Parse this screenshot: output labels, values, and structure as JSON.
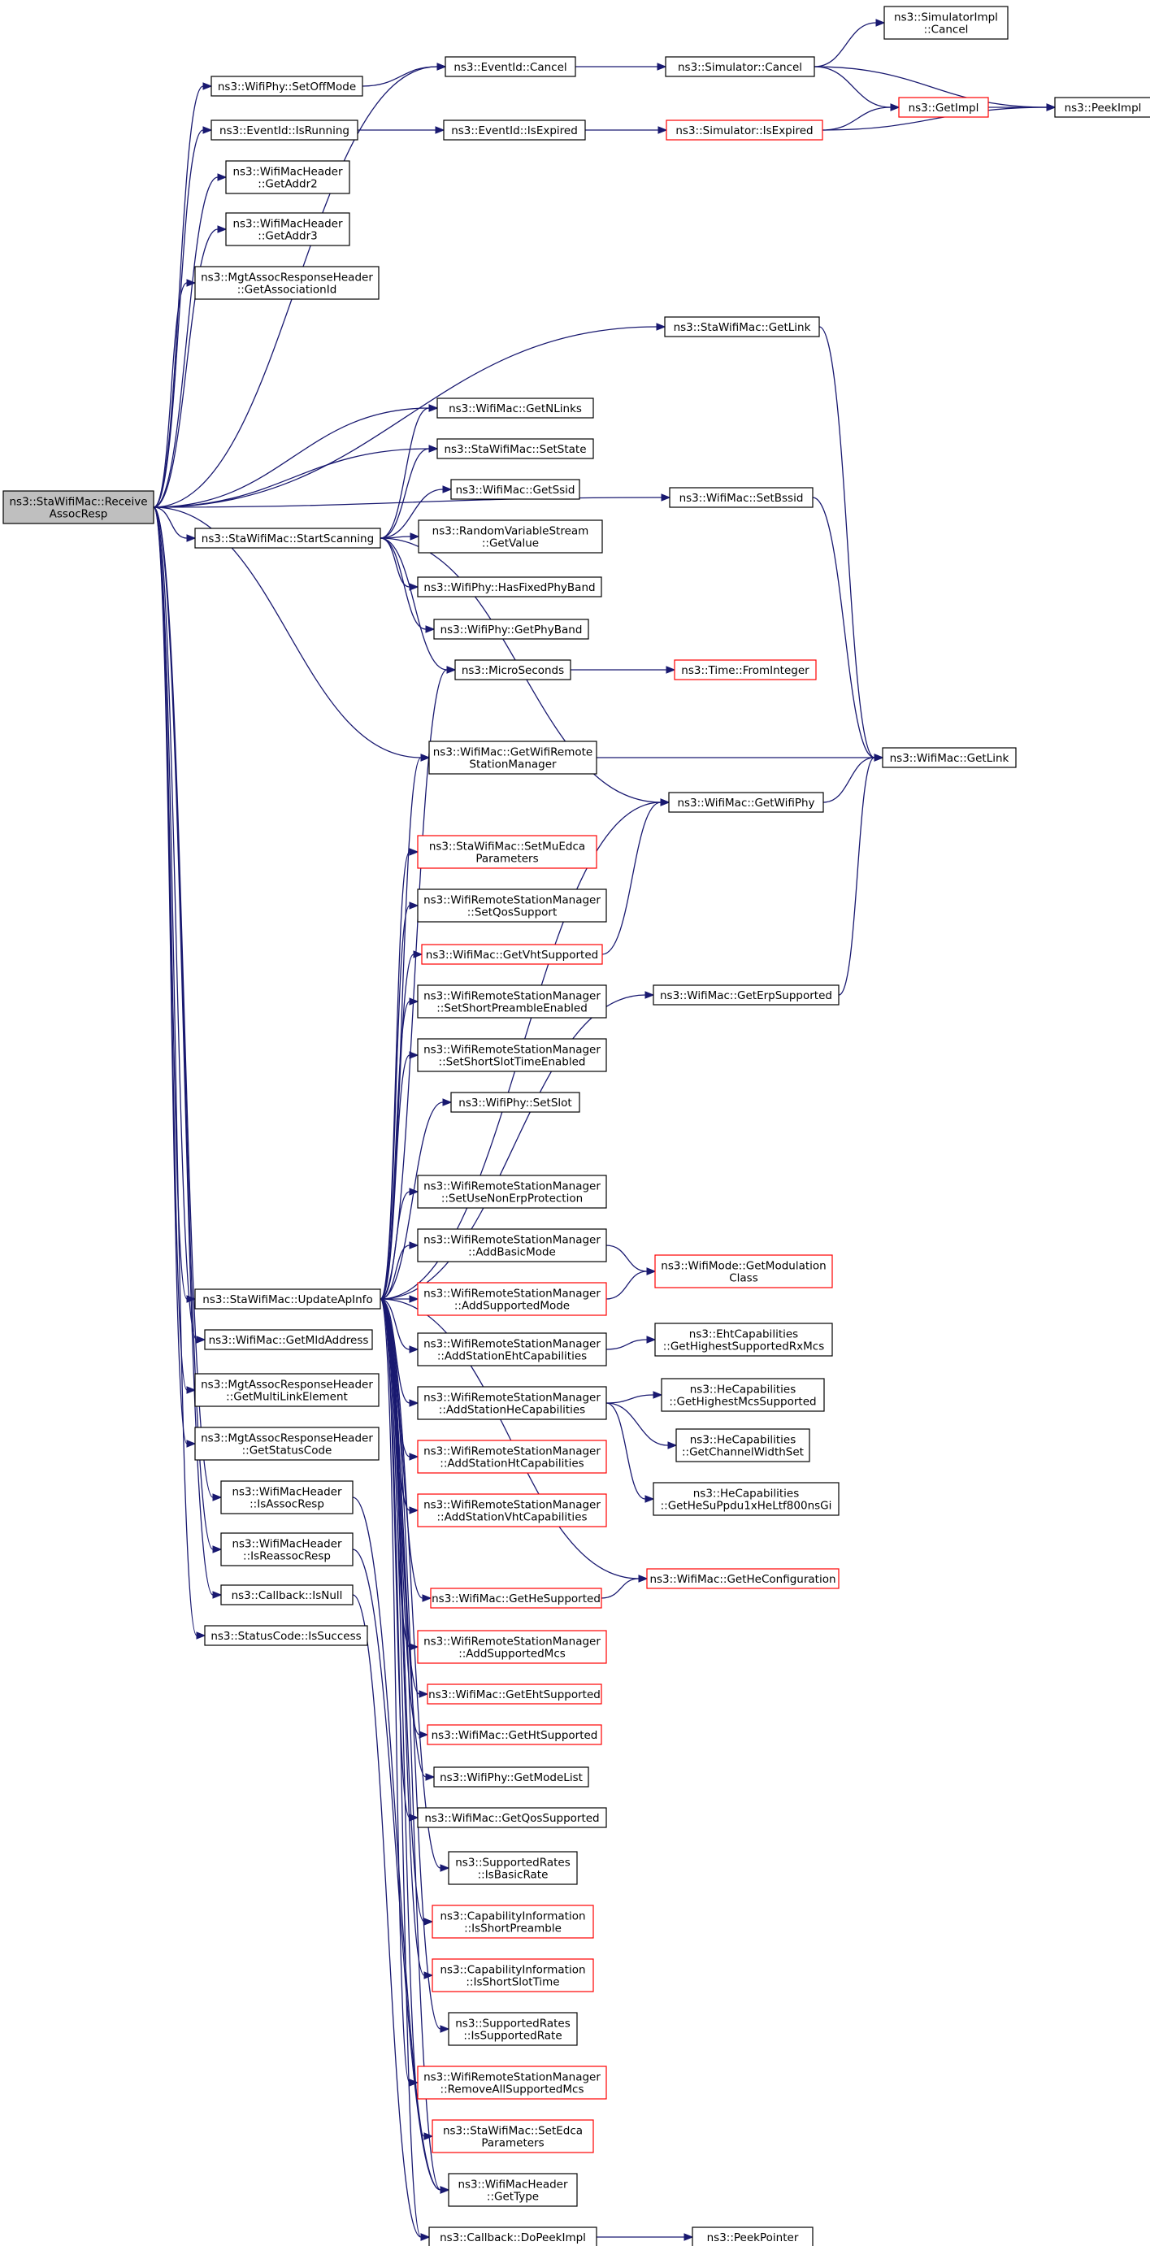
{
  "nodes": [
    {
      "id": "root",
      "lines": [
        "ns3::StaWifiMac::Receive",
        "AssocResp"
      ],
      "root": true
    },
    {
      "id": "setoffmode",
      "lines": [
        "ns3::WifiPhy::SetOffMode"
      ]
    },
    {
      "id": "eventcancel",
      "lines": [
        "ns3::EventId::Cancel"
      ]
    },
    {
      "id": "simcancel",
      "lines": [
        "ns3::Simulator::Cancel"
      ]
    },
    {
      "id": "simimplcancel",
      "lines": [
        "ns3::SimulatorImpl",
        "::Cancel"
      ]
    },
    {
      "id": "getimpl",
      "lines": [
        "ns3::GetImpl"
      ],
      "red": true
    },
    {
      "id": "peekimpl",
      "lines": [
        "ns3::PeekImpl"
      ]
    },
    {
      "id": "isrunning",
      "lines": [
        "ns3::EventId::IsRunning"
      ]
    },
    {
      "id": "eventisexpired",
      "lines": [
        "ns3::EventId::IsExpired"
      ]
    },
    {
      "id": "simisexpired",
      "lines": [
        "ns3::Simulator::IsExpired"
      ],
      "red": true
    },
    {
      "id": "getaddr2",
      "lines": [
        "ns3::WifiMacHeader",
        "::GetAddr2"
      ]
    },
    {
      "id": "getaddr3",
      "lines": [
        "ns3::WifiMacHeader",
        "::GetAddr3"
      ]
    },
    {
      "id": "getassocid",
      "lines": [
        "ns3::MgtAssocResponseHeader",
        "::GetAssociationId"
      ]
    },
    {
      "id": "stagetlink",
      "lines": [
        "ns3::StaWifiMac::GetLink"
      ]
    },
    {
      "id": "getnlinks",
      "lines": [
        "ns3::WifiMac::GetNLinks"
      ]
    },
    {
      "id": "setstate",
      "lines": [
        "ns3::StaWifiMac::SetState"
      ]
    },
    {
      "id": "getssid",
      "lines": [
        "ns3::WifiMac::GetSsid"
      ]
    },
    {
      "id": "setbssid",
      "lines": [
        "ns3::WifiMac::SetBssid"
      ]
    },
    {
      "id": "startscanning",
      "lines": [
        "ns3::StaWifiMac::StartScanning"
      ]
    },
    {
      "id": "rvsgetvalue",
      "lines": [
        "ns3::RandomVariableStream",
        "::GetValue"
      ]
    },
    {
      "id": "hasfixedphyband",
      "lines": [
        "ns3::WifiPhy::HasFixedPhyBand"
      ]
    },
    {
      "id": "getphyband",
      "lines": [
        "ns3::WifiPhy::GetPhyBand"
      ]
    },
    {
      "id": "microseconds",
      "lines": [
        "ns3::MicroSeconds"
      ]
    },
    {
      "id": "frominteger",
      "lines": [
        "ns3::Time::FromInteger"
      ],
      "red": true
    },
    {
      "id": "getwrsm",
      "lines": [
        "ns3::WifiMac::GetWifiRemote",
        "StationManager"
      ]
    },
    {
      "id": "macgetlink",
      "lines": [
        "ns3::WifiMac::GetLink"
      ]
    },
    {
      "id": "getwifiphy",
      "lines": [
        "ns3::WifiMac::GetWifiPhy"
      ]
    },
    {
      "id": "setmuedca",
      "lines": [
        "ns3::StaWifiMac::SetMuEdca",
        "Parameters"
      ],
      "red": true
    },
    {
      "id": "setqossupport",
      "lines": [
        "ns3::WifiRemoteStationManager",
        "::SetQosSupport"
      ]
    },
    {
      "id": "getvhtsupported",
      "lines": [
        "ns3::WifiMac::GetVhtSupported"
      ],
      "red": true
    },
    {
      "id": "geterpsupported",
      "lines": [
        "ns3::WifiMac::GetErpSupported"
      ]
    },
    {
      "id": "setshortpreamble",
      "lines": [
        "ns3::WifiRemoteStationManager",
        "::SetShortPreambleEnabled"
      ]
    },
    {
      "id": "setshortslot",
      "lines": [
        "ns3::WifiRemoteStationManager",
        "::SetShortSlotTimeEnabled"
      ]
    },
    {
      "id": "setslot",
      "lines": [
        "ns3::WifiPhy::SetSlot"
      ]
    },
    {
      "id": "setusenonerp",
      "lines": [
        "ns3::WifiRemoteStationManager",
        "::SetUseNonErpProtection"
      ]
    },
    {
      "id": "addbasicmode",
      "lines": [
        "ns3::WifiRemoteStationManager",
        "::AddBasicMode"
      ]
    },
    {
      "id": "getmodclass",
      "lines": [
        "ns3::WifiMode::GetModulation",
        "Class"
      ],
      "red": true
    },
    {
      "id": "updateapinfo",
      "lines": [
        "ns3::StaWifiMac::UpdateApInfo"
      ]
    },
    {
      "id": "addsupportedmode",
      "lines": [
        "ns3::WifiRemoteStationManager",
        "::AddSupportedMode"
      ],
      "red": true
    },
    {
      "id": "getmldaddress",
      "lines": [
        "ns3::WifiMac::GetMldAddress"
      ]
    },
    {
      "id": "addehtcap",
      "lines": [
        "ns3::WifiRemoteStationManager",
        "::AddStationEhtCapabilities"
      ]
    },
    {
      "id": "ehtgethighest",
      "lines": [
        "ns3::EhtCapabilities",
        "::GetHighestSupportedRxMcs"
      ]
    },
    {
      "id": "getmultilink",
      "lines": [
        "ns3::MgtAssocResponseHeader",
        "::GetMultiLinkElement"
      ]
    },
    {
      "id": "addhecap",
      "lines": [
        "ns3::WifiRemoteStationManager",
        "::AddStationHeCapabilities"
      ]
    },
    {
      "id": "hegethighest",
      "lines": [
        "ns3::HeCapabilities",
        "::GetHighestMcsSupported"
      ]
    },
    {
      "id": "getstatuscode",
      "lines": [
        "ns3::MgtAssocResponseHeader",
        "::GetStatusCode"
      ]
    },
    {
      "id": "hegetchannelwidth",
      "lines": [
        "ns3::HeCapabilities",
        "::GetChannelWidthSet"
      ]
    },
    {
      "id": "addhtcap",
      "lines": [
        "ns3::WifiRemoteStationManager",
        "::AddStationHtCapabilities"
      ],
      "red": true
    },
    {
      "id": "hegetsuppdu",
      "lines": [
        "ns3::HeCapabilities",
        "::GetHeSuPpdu1xHeLtf800nsGi"
      ]
    },
    {
      "id": "isassocresp",
      "lines": [
        "ns3::WifiMacHeader",
        "::IsAssocResp"
      ]
    },
    {
      "id": "addvhtcap",
      "lines": [
        "ns3::WifiRemoteStationManager",
        "::AddStationVhtCapabilities"
      ],
      "red": true
    },
    {
      "id": "isreassocresp",
      "lines": [
        "ns3::WifiMacHeader",
        "::IsReassocResp"
      ]
    },
    {
      "id": "getheconfig",
      "lines": [
        "ns3::WifiMac::GetHeConfiguration"
      ],
      "red": true
    },
    {
      "id": "getoresupported",
      "lines": [
        "ns3::WifiMac::GetHeSupported"
      ],
      "red": true
    },
    {
      "id": "callbackisnull",
      "lines": [
        "ns3::Callback::IsNull"
      ]
    },
    {
      "id": "addsupportedmcs",
      "lines": [
        "ns3::WifiRemoteStationManager",
        "::AddSupportedMcs"
      ],
      "red": true
    },
    {
      "id": "issuccess",
      "lines": [
        "ns3::StatusCode::IsSuccess"
      ]
    },
    {
      "id": "getehtsupported",
      "lines": [
        "ns3::WifiMac::GetEhtSupported"
      ],
      "red": true
    },
    {
      "id": "gethtsupported",
      "lines": [
        "ns3::WifiMac::GetHtSupported"
      ],
      "red": true
    },
    {
      "id": "getmodelist",
      "lines": [
        "ns3::WifiPhy::GetModeList"
      ]
    },
    {
      "id": "getqossupported",
      "lines": [
        "ns3::WifiMac::GetQosSupported"
      ]
    },
    {
      "id": "isbasicrate",
      "lines": [
        "ns3::SupportedRates",
        "::IsBasicRate"
      ]
    },
    {
      "id": "isshortpreamble",
      "lines": [
        "ns3::CapabilityInformation",
        "::IsShortPreamble"
      ],
      "red": true
    },
    {
      "id": "isshortslottime",
      "lines": [
        "ns3::CapabilityInformation",
        "::IsShortSlotTime"
      ],
      "red": true
    },
    {
      "id": "issupportedrate",
      "lines": [
        "ns3::SupportedRates",
        "::IsSupportedRate"
      ]
    },
    {
      "id": "removeallmcs",
      "lines": [
        "ns3::WifiRemoteStationManager",
        "::RemoveAllSupportedMcs"
      ],
      "red": true
    },
    {
      "id": "setedca",
      "lines": [
        "ns3::StaWifiMac::SetEdca",
        "Parameters"
      ],
      "red": true
    },
    {
      "id": "gettype",
      "lines": [
        "ns3::WifiMacHeader",
        "::GetType"
      ]
    },
    {
      "id": "dopeekimpl",
      "lines": [
        "ns3::Callback::DoPeekImpl"
      ]
    },
    {
      "id": "peekpointer",
      "lines": [
        "ns3::PeekPointer"
      ]
    }
  ]
}
